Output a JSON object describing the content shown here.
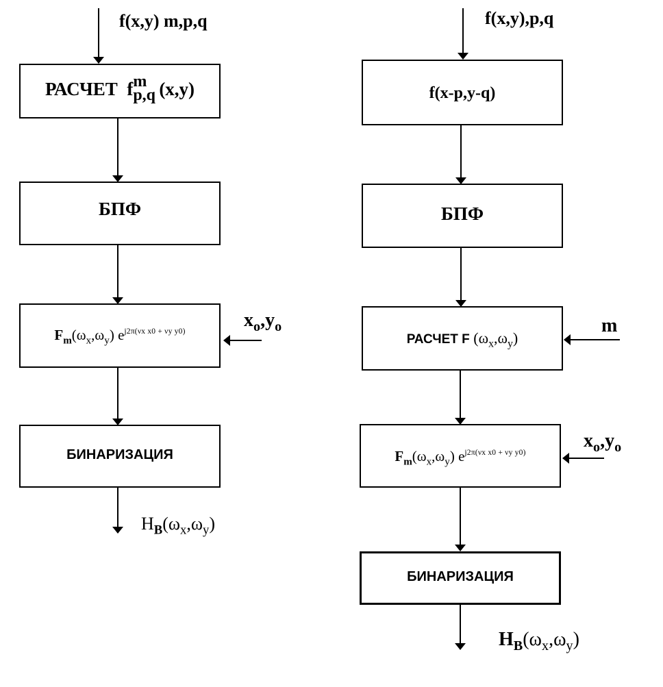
{
  "left": {
    "input_label": "f(x,y) m,p,q",
    "box1": {
      "prefix": "РАСЧЕТ",
      "f": "f",
      "sup": "m",
      "sub": "p,q",
      "args": "(x,y)"
    },
    "box2": "БПФ",
    "box3": {
      "F": "F",
      "F_sub": "m",
      "args_open": "(ω",
      "args_sub1": "x",
      "args_mid": ",ω",
      "args_sub2": "y",
      "args_close": ")",
      "exp_base": "e",
      "exp": "j2π(νx x0 + νy y0)"
    },
    "box3_input": {
      "x": "x",
      "x_sub": "o",
      "sep": ",y",
      "y_sub": "o"
    },
    "box4": "БИНАРИЗАЦИЯ",
    "output": {
      "H": "H",
      "H_sub": "B",
      "open": "(ω",
      "sub1": "x",
      "mid": ",ω",
      "sub2": "y",
      "close": ")"
    }
  },
  "right": {
    "input_label": "f(x,y),p,q",
    "box1": "f(x-p,y-q)",
    "box2": "БПФ",
    "box3": {
      "prefix": "РАСЧЕТ  F",
      "open": "(ω",
      "sub1": "x",
      "mid": ",ω",
      "sub2": "y",
      "close": ")"
    },
    "box3_input": "m",
    "box4": {
      "F": "F",
      "F_sub": "m",
      "args_open": "(ω",
      "args_sub1": "x",
      "args_mid": ",ω",
      "args_sub2": "y",
      "args_close": ")",
      "exp_base": "e",
      "exp": "j2π(νx x0 + νy y0)"
    },
    "box4_input": {
      "x": "x",
      "x_sub": "o",
      "sep": ",y",
      "y_sub": "o"
    },
    "box5": "БИНАРИЗАЦИЯ",
    "output": {
      "H": "H",
      "H_sub": "B",
      "open": "(ω",
      "sub1": "x",
      "mid": ",ω",
      "sub2": "y",
      "close": ")"
    }
  }
}
